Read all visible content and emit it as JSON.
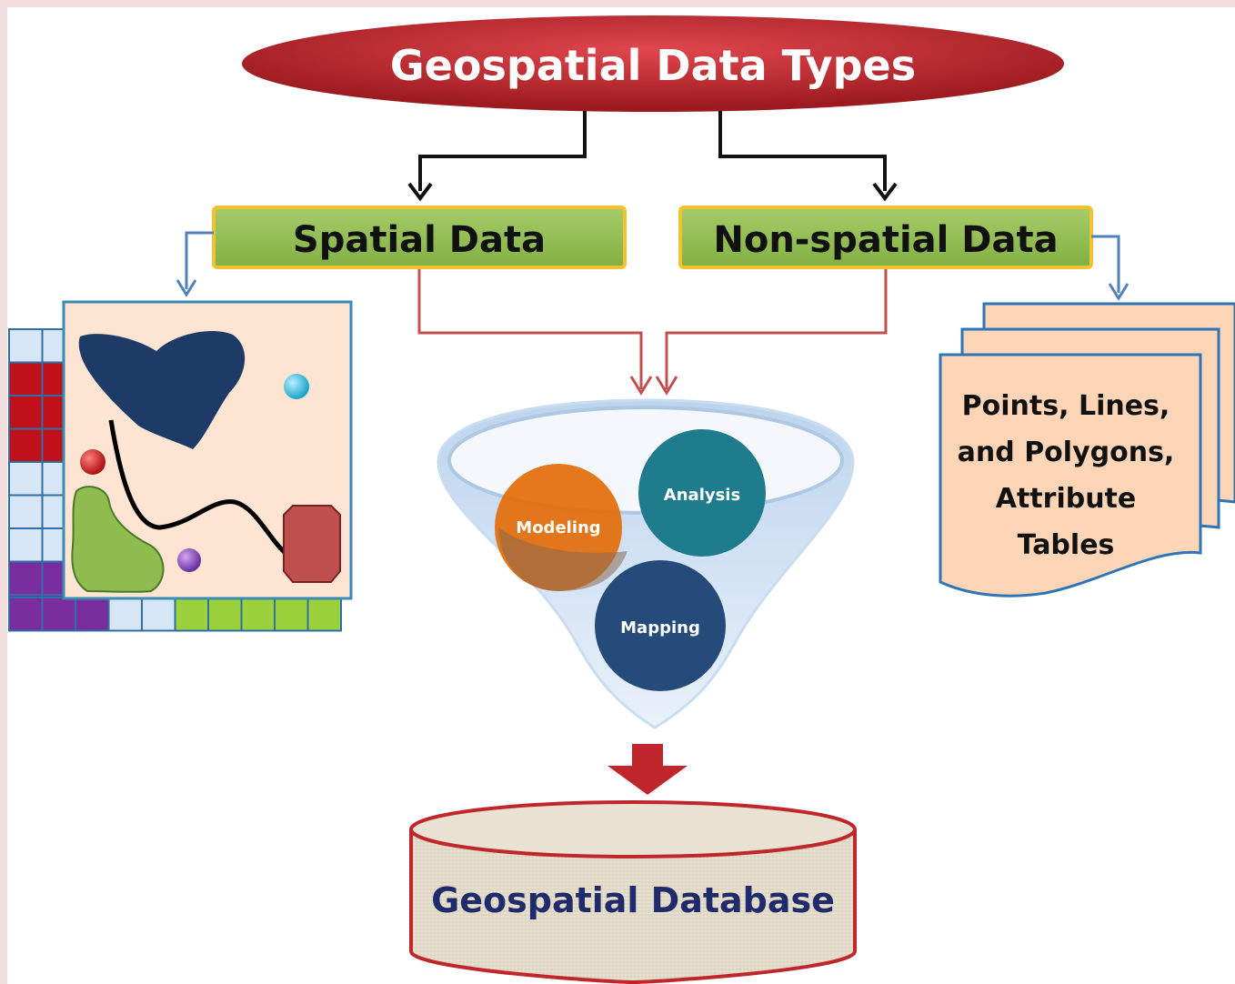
{
  "title": "Geospatial Data Types",
  "spatial": {
    "label": "Spatial Data"
  },
  "nonspatial": {
    "label": "Non-spatial Data"
  },
  "documents": {
    "lines": [
      "Points, Lines,",
      "and Polygons,",
      "Attribute",
      "Tables"
    ]
  },
  "funnel": {
    "circles": [
      "Modeling",
      "Analysis",
      "Mapping"
    ]
  },
  "database": {
    "label": "Geospatial Database"
  },
  "colors": {
    "title_fill": "#c0272d",
    "box_fill": "#8fbc4f",
    "box_border": "#f2c230",
    "doc_fill": "#fbd5b5",
    "doc_border": "#2e75b6",
    "db_border": "#c0272d",
    "arrow_red": "#c0504d",
    "arrow_blue": "#4f81bd",
    "modeling": "#e36c0a",
    "analysis": "#1f7c8c",
    "mapping": "#244b7a"
  }
}
